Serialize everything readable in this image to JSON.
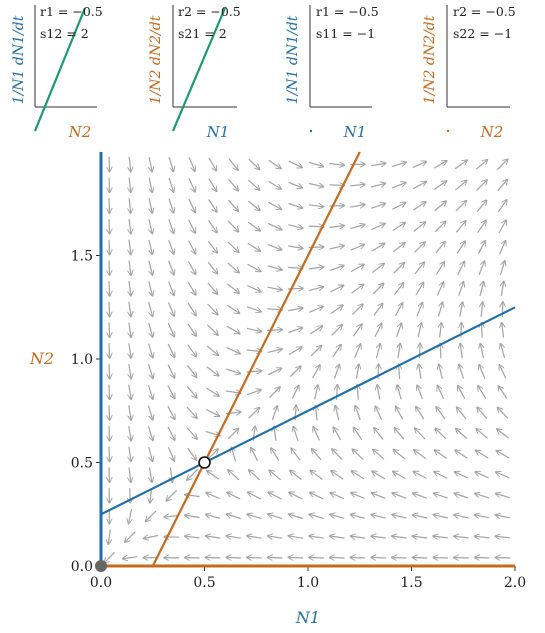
{
  "colors": {
    "species1": "#2070a8",
    "species2": "#c8691c",
    "arrows": "#a3a3a3",
    "axis": "#333333"
  },
  "chart_data": [
    {
      "type": "line",
      "panel": "small-1",
      "ylabel": "1/N1 dN1/dt",
      "xlabel": "N2",
      "annotations": [
        "r1 = −0.5",
        "s12 = 2"
      ],
      "line_color": "#1a9a73",
      "slope": "positive"
    },
    {
      "type": "line",
      "panel": "small-2",
      "ylabel": "1/N2 dN2/dt",
      "xlabel": "N1",
      "annotations": [
        "r2 = −0.5",
        "s21 = 2"
      ],
      "line_color": "#1a9a73",
      "slope": "positive"
    },
    {
      "type": "line",
      "panel": "small-3",
      "ylabel": "1/N1 dN1/dt",
      "xlabel": "N1",
      "annotations": [
        "r1 = −0.5",
        "s11 = −1"
      ]
    },
    {
      "type": "line",
      "panel": "small-4",
      "ylabel": "1/N2 dN2/dt",
      "xlabel": "N2",
      "annotations": [
        "r2 = −0.5",
        "s22 = −1"
      ]
    },
    {
      "type": "line",
      "panel": "phase-plane",
      "xlabel": "N1",
      "ylabel": "N2",
      "xlim": [
        0,
        2.0
      ],
      "ylim": [
        0,
        2.0
      ],
      "xticks": [
        0.0,
        0.5,
        1.0,
        1.5,
        2.0
      ],
      "yticks": [
        0.0,
        0.5,
        1.0,
        1.5
      ],
      "params": {
        "r1": -0.5,
        "r2": -0.5,
        "s12": 2,
        "s21": 2,
        "s11": -1,
        "s22": -1
      },
      "series": [
        {
          "color": "#2070a8",
          "x": [
            0.0,
            2.0
          ],
          "y": [
            0.25,
            1.25
          ]
        },
        {
          "color": "#c8691c",
          "x": [
            0.25,
            1.25
          ],
          "y": [
            0.0,
            2.0
          ]
        }
      ],
      "vertical_line_x0": true,
      "horizontal_line_y0": true,
      "points": [
        {
          "x": 0.5,
          "y": 0.5,
          "style": "open"
        },
        {
          "x": 0.0,
          "y": 0.0,
          "style": "filled"
        }
      ],
      "vector_field": true,
      "grid": false
    }
  ]
}
